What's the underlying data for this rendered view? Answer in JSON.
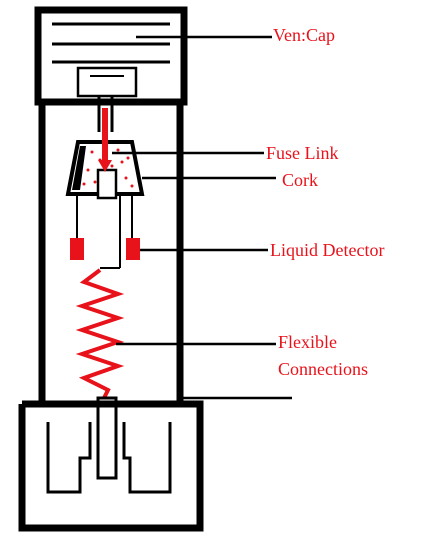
{
  "labels": {
    "vent_cap": "Ven:Cap",
    "fuse_link": "Fuse Link",
    "cork": "Cork",
    "liquid_detector": "Liquid Detector",
    "flexible": "Flexible",
    "connections": "Connections"
  },
  "colors": {
    "outline": "#000000",
    "accent": "#e8121b",
    "background": "#ffffff"
  }
}
